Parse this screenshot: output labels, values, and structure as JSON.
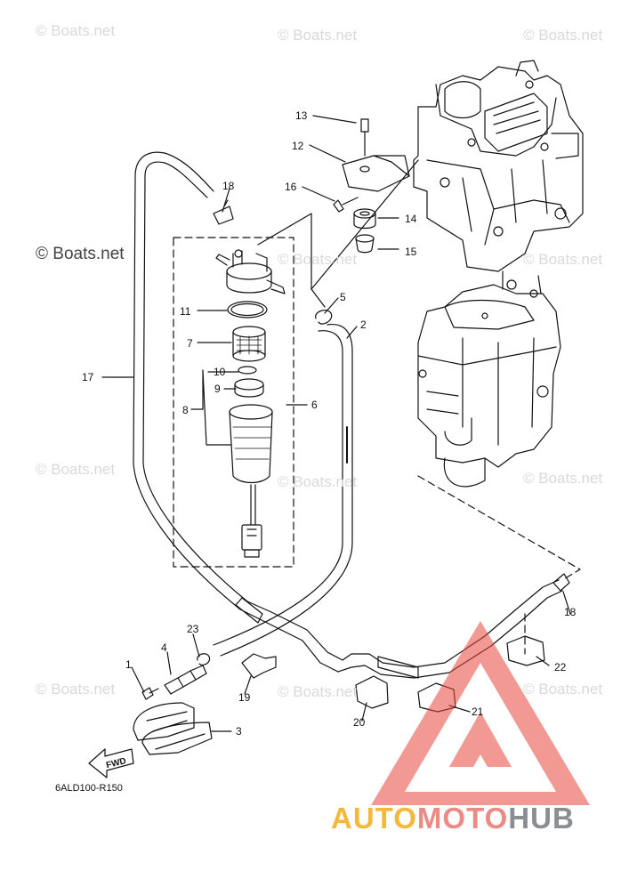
{
  "watermarks": [
    "© Boats.net",
    "© Boats.net",
    "© Boats.net",
    "© Boats.net",
    "© Boats.net",
    "© Boats.net",
    "© Boats.net",
    "© Boats.net",
    "© Boats.net",
    "© Boats.net",
    "© Boats.net"
  ],
  "watermark_prominent": "© Boats.net",
  "callouts": {
    "c1": "1",
    "c2": "2",
    "c3": "3",
    "c4": "4",
    "c5": "5",
    "c6": "6",
    "c7": "7",
    "c8": "8",
    "c9": "9",
    "c10": "10",
    "c11": "11",
    "c12": "12",
    "c13": "13",
    "c14": "14",
    "c15": "15",
    "c16": "16",
    "c17": "17",
    "c18a": "18",
    "c18b": "18",
    "c19": "19",
    "c20": "20",
    "c21": "21",
    "c22": "22",
    "c23": "23"
  },
  "fwd_label": "FWD",
  "diagram_code": "6ALD100-R150",
  "brand": {
    "part1": "AUTO",
    "part2": "MOTO",
    "part3": "HUB"
  },
  "colors": {
    "line": "#111111",
    "watermark": "#d9d9d9",
    "brand_yellow": "#f4b93c",
    "brand_red": "#e8453c",
    "brand_gray": "#8a8d92"
  }
}
